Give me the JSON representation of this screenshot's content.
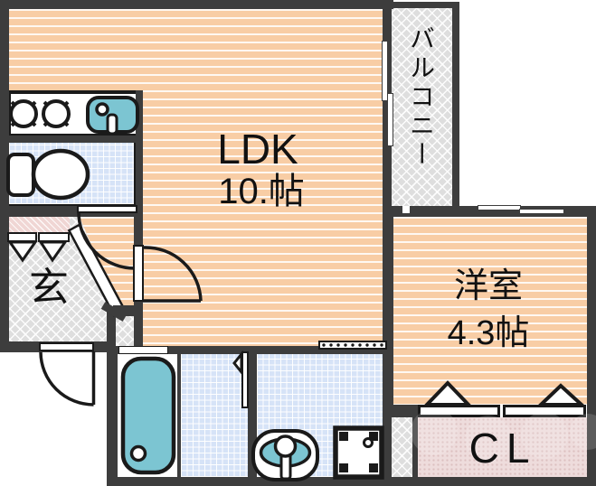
{
  "rooms": {
    "ldk": {
      "label": "LDK",
      "area": "10.帖"
    },
    "western_room": {
      "label": "洋室",
      "area": "4.3帖"
    },
    "balcony": {
      "label": "バルコニー"
    },
    "entrance": {
      "label": "玄"
    },
    "closet": {
      "label": "CL"
    }
  },
  "icons": {
    "stove": "two-burner-stove-icon",
    "sink": "kitchen-sink-icon",
    "toilet": "toilet-icon",
    "bathtub": "bathtub-icon",
    "washbasin": "washbasin-icon",
    "washer_pan": "washing-machine-pan-icon",
    "doors": [
      "hinged-door-icon",
      "sliding-door-icon",
      "bifold-closet-door-icon"
    ],
    "windows": "sliding-window-icon"
  },
  "colors": {
    "wall": "#3d3d3d",
    "room_peach": "#f8cda5",
    "water_teal": "#7cc5d2",
    "tile_blue": "#d6e3f7",
    "closet_pink": "#eedcdc",
    "cabinet_pink": "#f0d6d4",
    "hatch_gray": "#dedede",
    "text": "#111111"
  }
}
